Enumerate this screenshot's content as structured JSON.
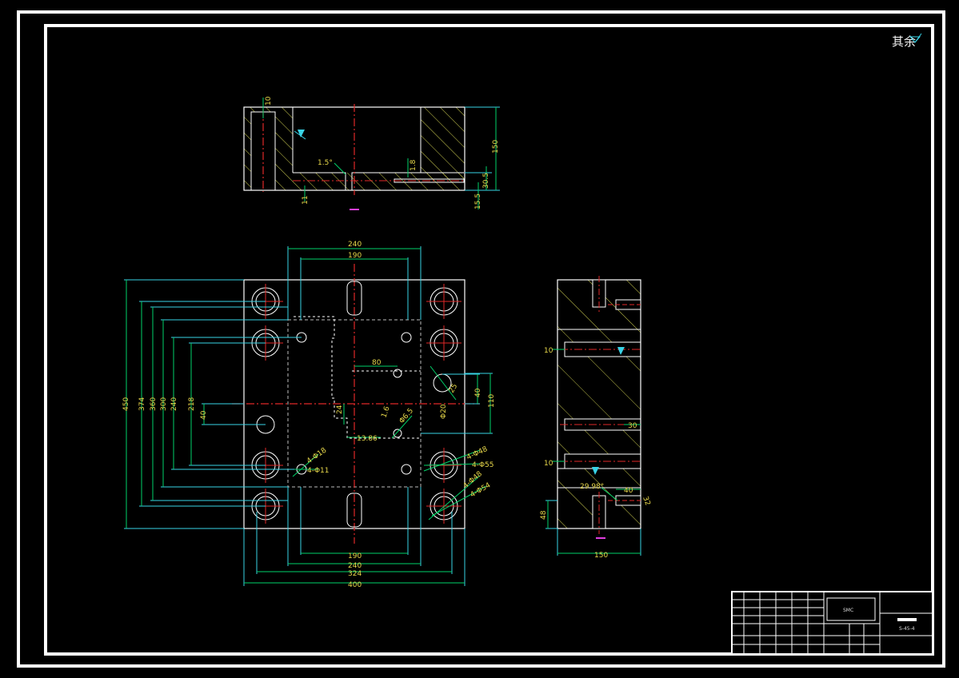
{
  "drawing": {
    "roughness_note": "其余",
    "colors": {
      "background": "#000000",
      "outline": "#ffffff",
      "dimension": "#00d26a",
      "extension": "#39d3e6",
      "centerline": "#e02828",
      "hatch": "#e6e65a",
      "dim_text": "#e8d84a",
      "hidden": "#bdbdbd",
      "magenta": "#e03ee0"
    },
    "top_view": {
      "dims": {
        "top": "10",
        "draft": "1.5°",
        "depth_small": "1.8",
        "height": "150",
        "step_a": "30.5",
        "step_b": "15.5",
        "bottom": "11"
      }
    },
    "plan_view": {
      "dims": {
        "top_outer": "240",
        "top_inner": "190",
        "bottom_inner": "190",
        "bottom_240": "240",
        "bottom_324": "324",
        "bottom_400": "400",
        "left_450": "450",
        "left_374": "374",
        "left_360": "360",
        "left_300": "300",
        "left_240": "240",
        "left_218": "218",
        "left_40": "40",
        "right_80": "80",
        "right_40": "40",
        "right_110": "110",
        "center_24": "24",
        "center_1386": "13.86",
        "center_16": "1.6",
        "center_65": "Φ6.5",
        "center_20": "Φ20",
        "rad_25": "25",
        "holes_18": "4-Φ18",
        "holes_11": "4-Φ11",
        "holes_48": "4-Φ48",
        "holes_55": "4-Φ55",
        "holes_48b": "4-Φ48",
        "holes_54": "4-Φ54"
      }
    },
    "side_view": {
      "dims": {
        "left_10_top": "10",
        "left_10_bottom": "10",
        "right_30": "30",
        "angle": "29.98°",
        "right_40": "40",
        "right_32": "32",
        "left_48": "48",
        "bottom_150": "150"
      }
    },
    "title_block": {
      "logo_text": "SMC",
      "drawing_no": "S-45-4"
    }
  }
}
